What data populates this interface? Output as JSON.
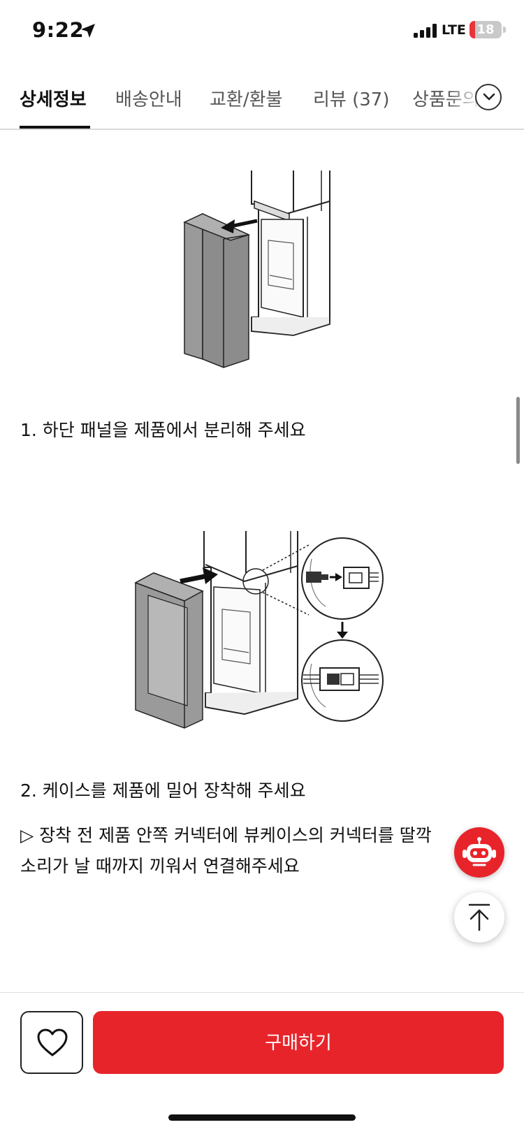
{
  "status_bar": {
    "time": "9:22",
    "network": "LTE",
    "battery_level": "18",
    "battery_fraction": 0.18
  },
  "tabs": [
    {
      "label": "상세정보",
      "active": true
    },
    {
      "label": "배송안내",
      "active": false
    },
    {
      "label": "교환/환불",
      "active": false
    },
    {
      "label": "리뷰 (37)",
      "active": false
    },
    {
      "label": "상품문의",
      "active": false
    }
  ],
  "content": {
    "step1_caption": "1. 하단 패널을 제품에서 분리해 주세요",
    "step2_caption": "2. 케이스를 제품에 밀어 장착해 주세요",
    "note_line1": "▷ 장착 전 제품 안쪽 커넥터에 뷰케이스의 커넥터를 딸깍",
    "note_line2": "소리가 날 때까지 끼워서 연결해주세요"
  },
  "bottom_bar": {
    "buy_label": "구매하기"
  },
  "colors": {
    "accent": "#e8242b",
    "text": "#111111",
    "panel_gray": "#8c8c8c"
  },
  "icons": {
    "like": "heart-outline-icon",
    "chat": "chatbot-icon",
    "scroll_top": "arrow-up-icon",
    "tab_more": "chevron-down-icon"
  }
}
